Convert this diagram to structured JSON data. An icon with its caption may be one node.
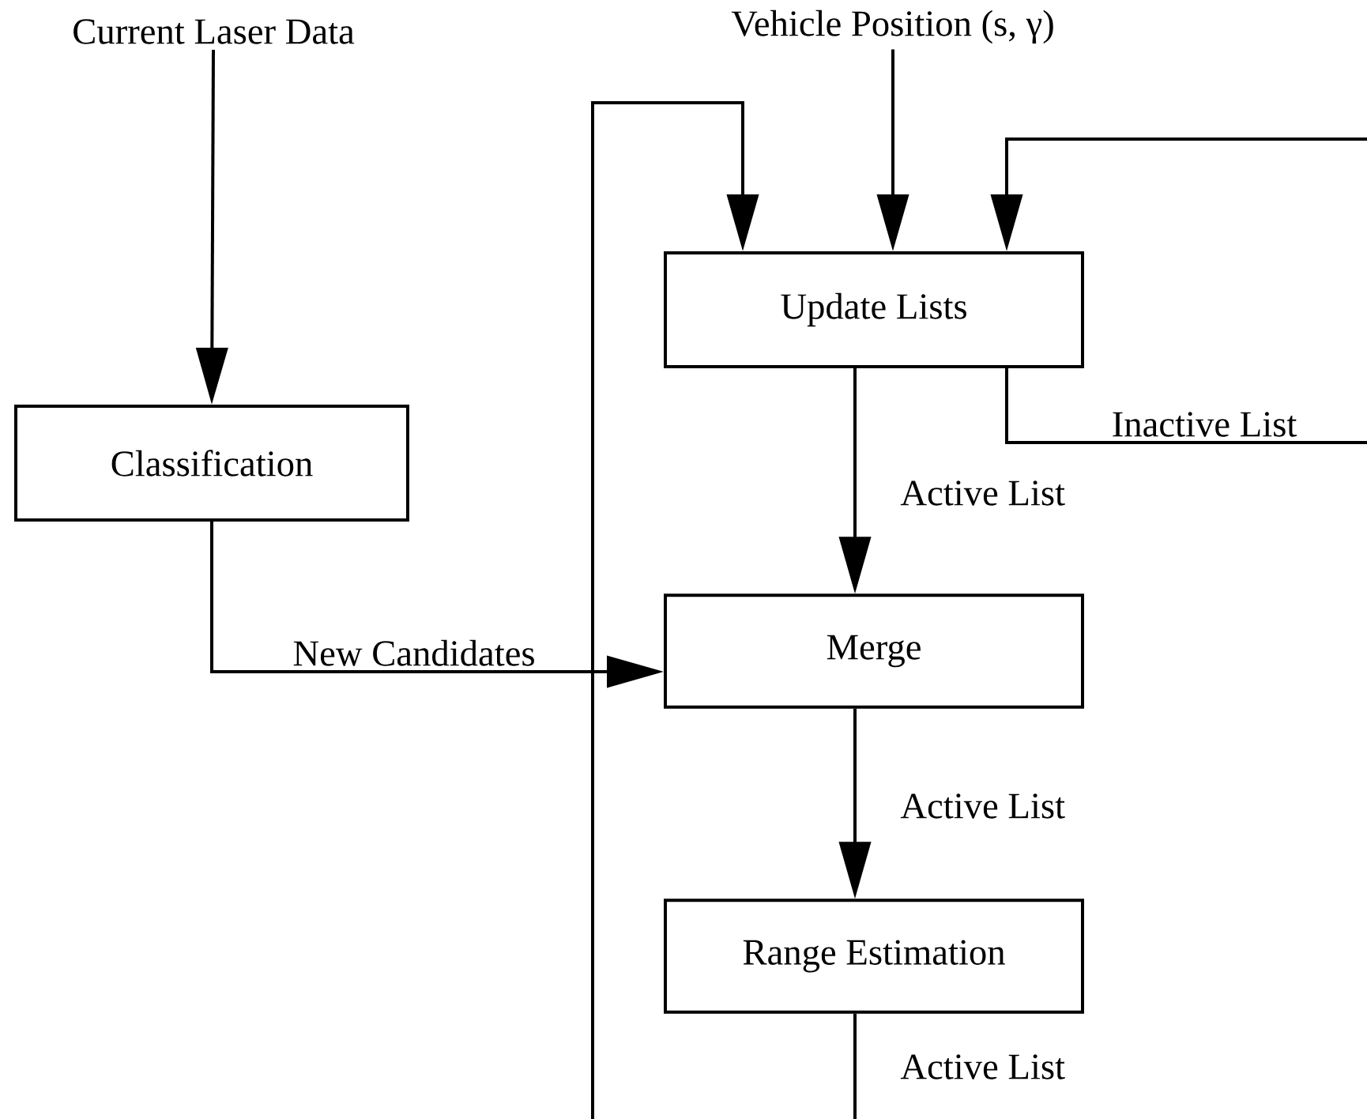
{
  "diagram": {
    "nodes": [
      {
        "text": [
          "Current Laser Data"
        ]
      },
      {
        "text": [
          "Vehicle Position (s, γ)"
        ]
      },
      {
        "text": [
          "Update Lists"
        ]
      },
      {
        "text": [
          "Classification"
        ]
      },
      {
        "text": [
          "Merge"
        ]
      },
      {
        "text": [
          "Range Estimation"
        ]
      }
    ],
    "edges": [
      {
        "from": 0,
        "to": 3,
        "arrow": "to"
      },
      {
        "from": 1,
        "to": 2,
        "arrow": "to"
      },
      {
        "from": null,
        "to": 2,
        "arrow": "to"
      },
      {
        "from": null,
        "to": 2,
        "arrow": "to"
      },
      {
        "from": 2,
        "to": null,
        "arrow": "none",
        "label": "Inactive List"
      },
      {
        "from": 2,
        "to": 4,
        "arrow": "to",
        "label": "Active List"
      },
      {
        "from": 3,
        "to": 4,
        "arrow": "to",
        "label": "New Candidates"
      },
      {
        "from": 4,
        "to": 5,
        "arrow": "to",
        "label": "Active List"
      },
      {
        "from": 5,
        "to": null,
        "arrow": "none",
        "label": "Active List"
      }
    ]
  }
}
